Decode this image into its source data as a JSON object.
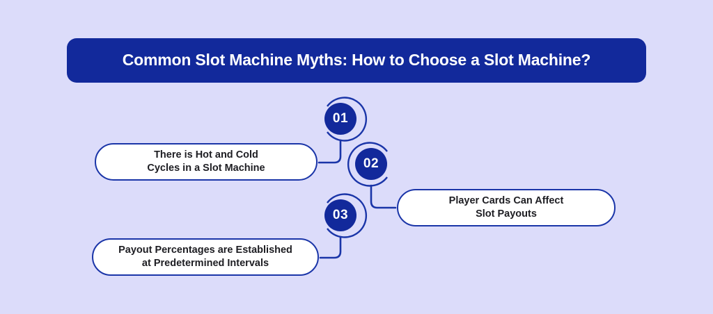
{
  "background_color": "#dcdcfa",
  "accent_color": "#12299b",
  "line_color": "#1a35a8",
  "header": {
    "title": "Common Slot Machine Myths: How to Choose a Slot Machine?",
    "background_color": "#12299b",
    "text_color": "#ffffff"
  },
  "items": [
    {
      "number": "01",
      "text": "There is Hot and Cold\nCycles in a Slot Machine",
      "side": "left"
    },
    {
      "number": "02",
      "text": "Player Cards Can Affect\nSlot Payouts",
      "side": "right"
    },
    {
      "number": "03",
      "text": "Payout Percentages are Established\nat Predetermined Intervals",
      "side": "left"
    }
  ]
}
